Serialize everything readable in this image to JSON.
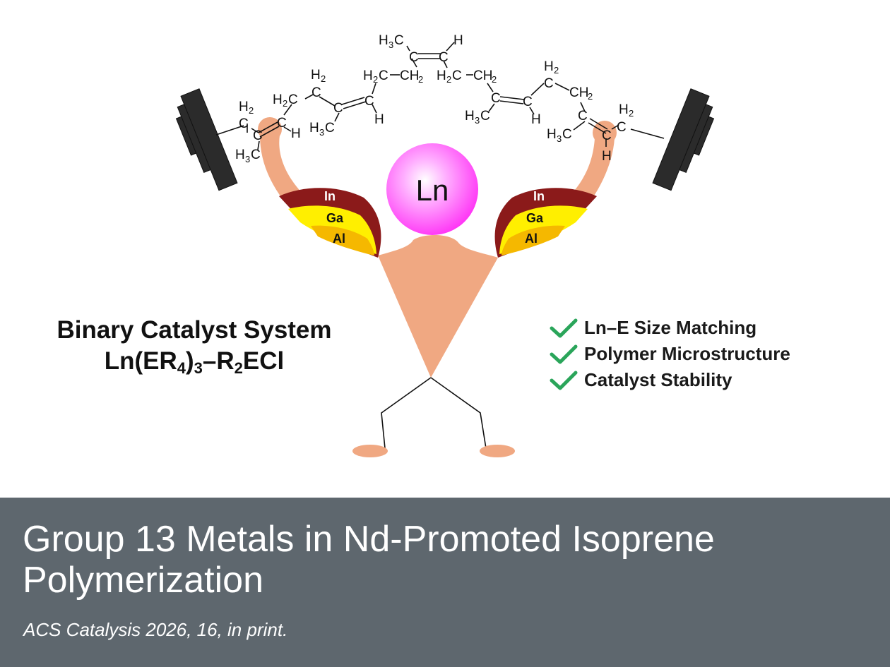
{
  "center_label": "Ln",
  "bands": {
    "top": "In",
    "middle": "Ga",
    "bottom": "Al"
  },
  "catalyst": {
    "line1": "Binary Catalyst System",
    "formula_a": "Ln(ER",
    "sub_a": "4",
    "formula_b": ")",
    "sub_b": "3",
    "formula_c": "–R",
    "sub_c": "2",
    "formula_d": "ECl"
  },
  "benefits": [
    "Ln–E Size Matching",
    "Polymer Microstructure",
    "Catalyst Stability"
  ],
  "banner": {
    "title": "Group 13 Metals in Nd-Promoted Isoprene Polymerization",
    "citation": "ACS Catalysis 2026, 16, in print."
  },
  "chem": {
    "C": "C",
    "H": "H",
    "H2": "H",
    "CH2": "CH",
    "H3C": "H",
    "CH3_sub": "3",
    "H2_sub": "2"
  },
  "colors": {
    "skin": "#f0a882",
    "in_band": "#8b1a1a",
    "ga_band": "#ffef00",
    "al_band": "#f5b800",
    "sphere": "#ff40ff",
    "weights": "#2b2b2b",
    "check": "#2aa55a",
    "banner": "#5e676e"
  }
}
